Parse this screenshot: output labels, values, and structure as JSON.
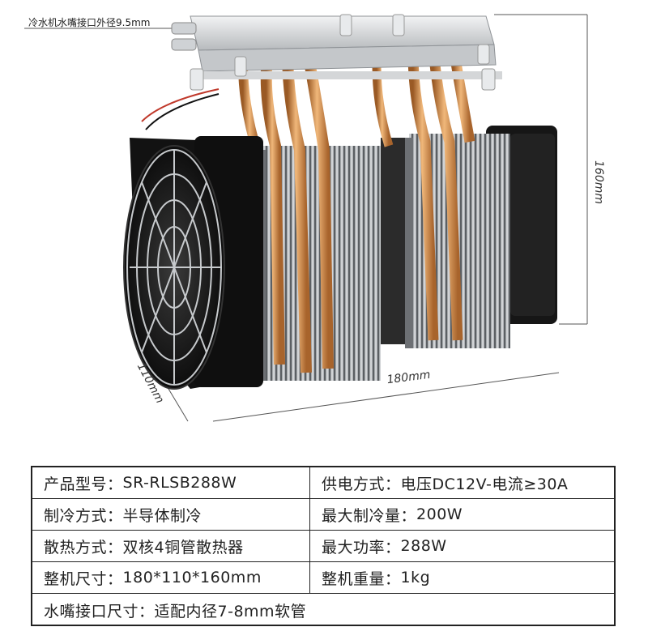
{
  "annotations": {
    "water_nozzle": "冷水机水嘴接口外径9.5mm",
    "height": "160mm",
    "width": "180mm",
    "depth": "110mm"
  },
  "colors": {
    "copper": "#c9823f",
    "copper_light": "#e6a868",
    "fin": "#b9bcc0",
    "fan_black": "#1a1a1a",
    "aluminum": "#d7dadd",
    "table_border": "#222222"
  },
  "specs": {
    "rows": [
      {
        "left_label": "产品型号：",
        "left_value": "SR-RLSB288W",
        "right_label": "供电方式：",
        "right_value": "电压DC12V-电流≥30A"
      },
      {
        "left_label": "制冷方式：",
        "left_value": "半导体制冷",
        "right_label": "最大制冷量：",
        "right_value": "200W"
      },
      {
        "left_label": "散热方式：",
        "left_value": "双核4铜管散热器",
        "right_label": "最大功率：",
        "right_value": "288W"
      },
      {
        "left_label": "整机尺寸：",
        "left_value": "180*110*160mm",
        "right_label": "整机重量：",
        "right_value": "1kg"
      }
    ],
    "last_row": {
      "label": "水嘴接口尺寸：",
      "value": "适配内径7-8mm软管"
    }
  }
}
